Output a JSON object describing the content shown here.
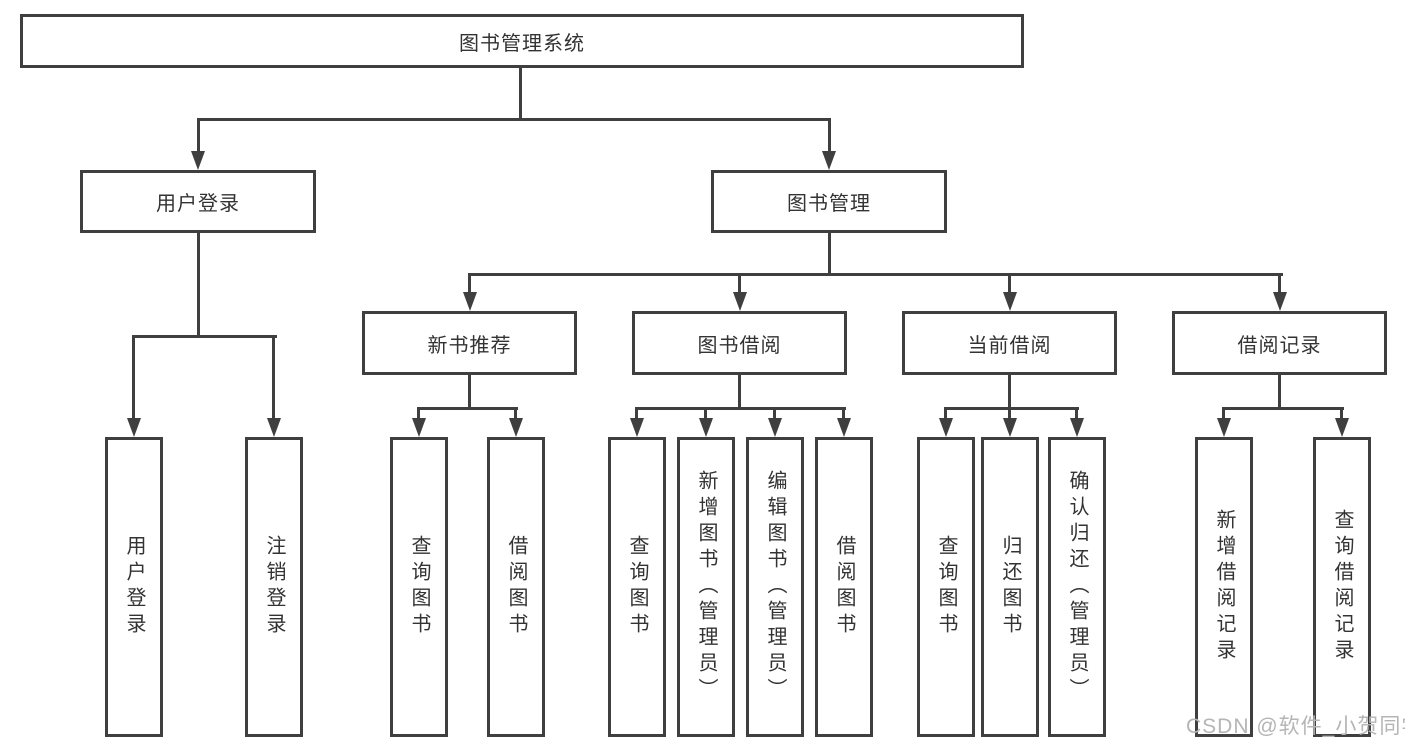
{
  "tree": {
    "root": {
      "label": "图书管理系统"
    },
    "branches": [
      {
        "label": "用户登录",
        "leaves": [
          {
            "label": "用户登录"
          },
          {
            "label": "注销登录"
          }
        ]
      },
      {
        "label": "图书管理",
        "categories": [
          {
            "label": "新书推荐",
            "leaves": [
              {
                "label": "查询图书"
              },
              {
                "label": "借阅图书"
              }
            ]
          },
          {
            "label": "图书借阅",
            "leaves": [
              {
                "label": "查询图书"
              },
              {
                "label": "新增图书（管理员）"
              },
              {
                "label": "编辑图书（管理员）"
              },
              {
                "label": "借阅图书"
              }
            ]
          },
          {
            "label": "当前借阅",
            "leaves": [
              {
                "label": "查询图书"
              },
              {
                "label": "归还图书"
              },
              {
                "label": "确认归还（管理员）"
              }
            ]
          },
          {
            "label": "借阅记录",
            "leaves": [
              {
                "label": "新增借阅记录"
              },
              {
                "label": "查询借阅记录"
              }
            ]
          }
        ]
      }
    ]
  },
  "watermark": {
    "text": "CSDN @软件_小贺同学"
  },
  "colors": {
    "line": "#3f3f3f",
    "text": "#333333",
    "watermark": "#b5b5b5",
    "background": "#ffffff"
  }
}
